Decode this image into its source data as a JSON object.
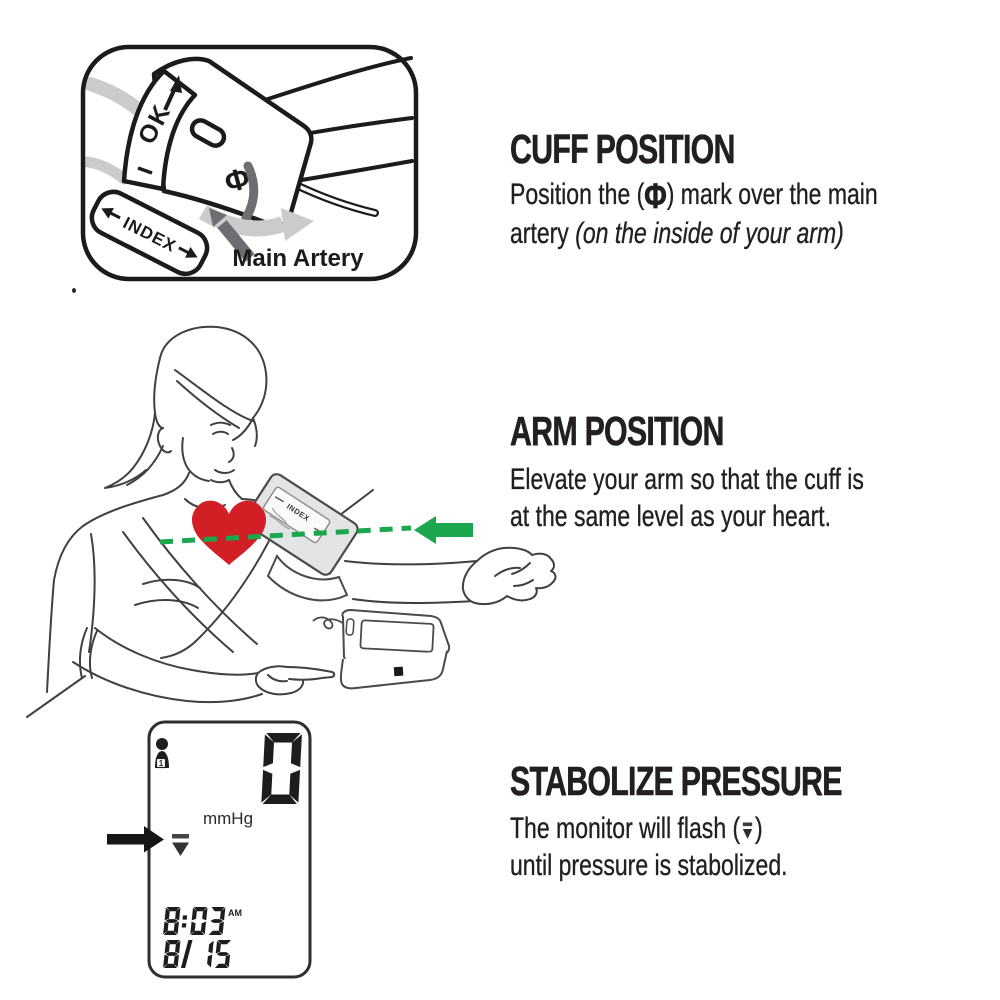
{
  "page": {
    "background": "#ffffff"
  },
  "sections": [
    {
      "title": "CUFF POSITION",
      "line1_pre": "Position the (",
      "mark_symbol": "Φ",
      "line1_post": ") mark over the main",
      "line2_pre": "artery ",
      "line2_italic": "(on the inside of your arm)"
    },
    {
      "title": "ARM POSITION",
      "line1": "Elevate your arm so that the cuff is",
      "line2": "at the same level as your heart."
    },
    {
      "title": "STABOLIZE PRESSURE",
      "line1_pre": "The monitor will flash (",
      "line1_post": ")",
      "line2": "until pressure is stabolized."
    }
  ],
  "cuff_diagram": {
    "ok_label": "OK",
    "index_label": "INDEX",
    "artery_mark": "Φ",
    "artery_label": "Main Artery"
  },
  "arm_diagram": {
    "cuff_label": "INDEX"
  },
  "lcd": {
    "user_number": "1",
    "pressure_reading": "0",
    "unit": "mmHg",
    "time": "8:03",
    "meridiem": "AM",
    "date": "8/15"
  },
  "colors": {
    "ink": "#231f20",
    "accent_green": "#1ca64e",
    "heart_red": "#d21f26",
    "arrow_gray": "#6d6e71",
    "light_gray": "#c9cbcd"
  }
}
